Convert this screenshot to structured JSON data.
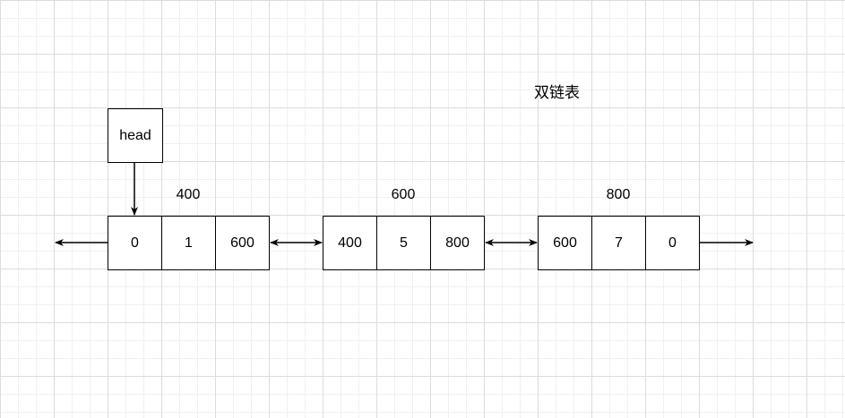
{
  "title": "双链表",
  "head_label": "head",
  "nodes": [
    {
      "address": "400",
      "prev": "0",
      "data": "1",
      "next": "600"
    },
    {
      "address": "600",
      "prev": "400",
      "data": "5",
      "next": "800"
    },
    {
      "address": "800",
      "prev": "600",
      "data": "7",
      "next": "0"
    }
  ]
}
